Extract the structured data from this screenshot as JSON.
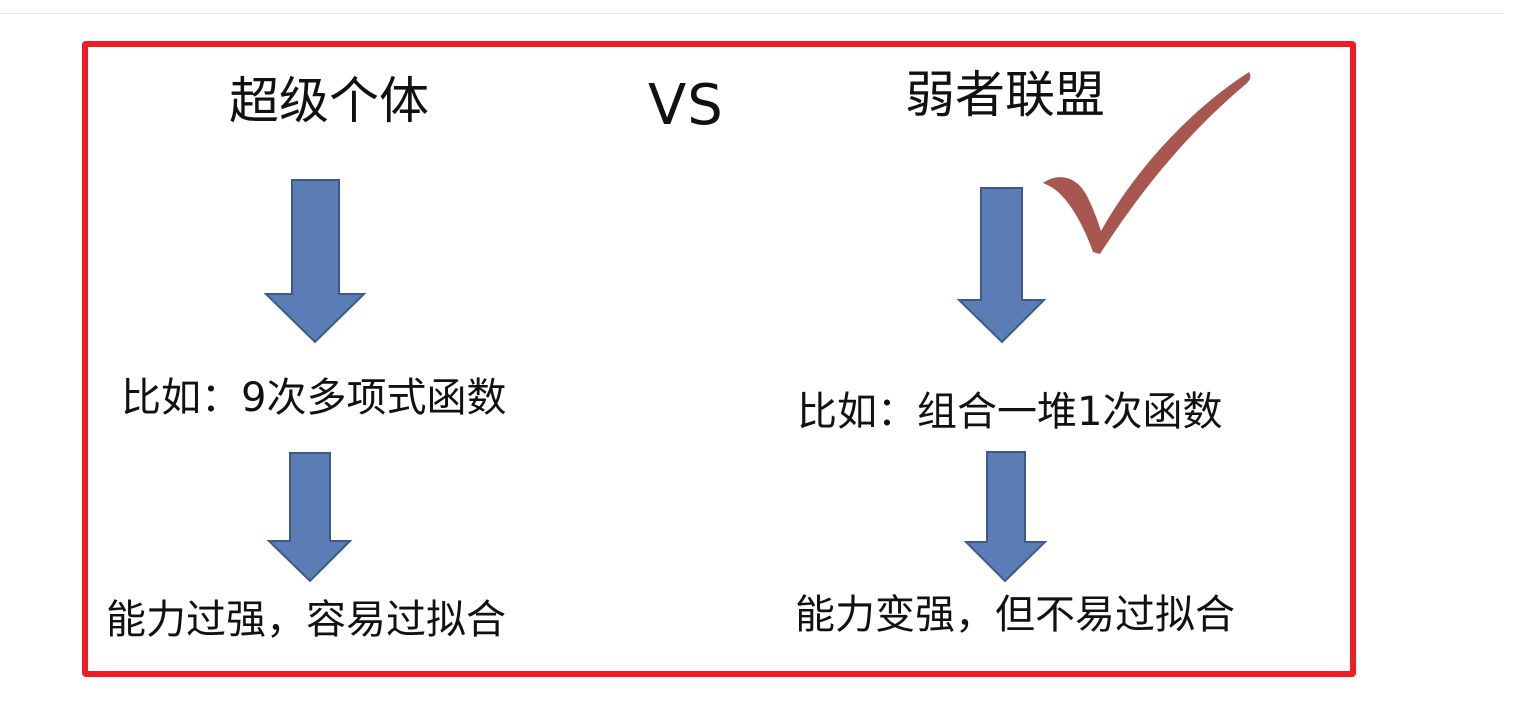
{
  "left": {
    "heading": "超级个体",
    "example": "比如：9次多项式函数",
    "result": "能力过强，容易过拟合"
  },
  "vs": "VS",
  "right": {
    "heading": "弱者联盟",
    "example": "比如：组合一堆1次函数",
    "result": "能力变强，但不易过拟合"
  },
  "colors": {
    "frame": "#ee1c25",
    "arrow_fill": "#5b7db5",
    "arrow_stroke": "#3f5a8a",
    "check": "#a85750"
  },
  "icons": {
    "check": "check-mark-icon",
    "arrow": "down-arrow-icon"
  }
}
